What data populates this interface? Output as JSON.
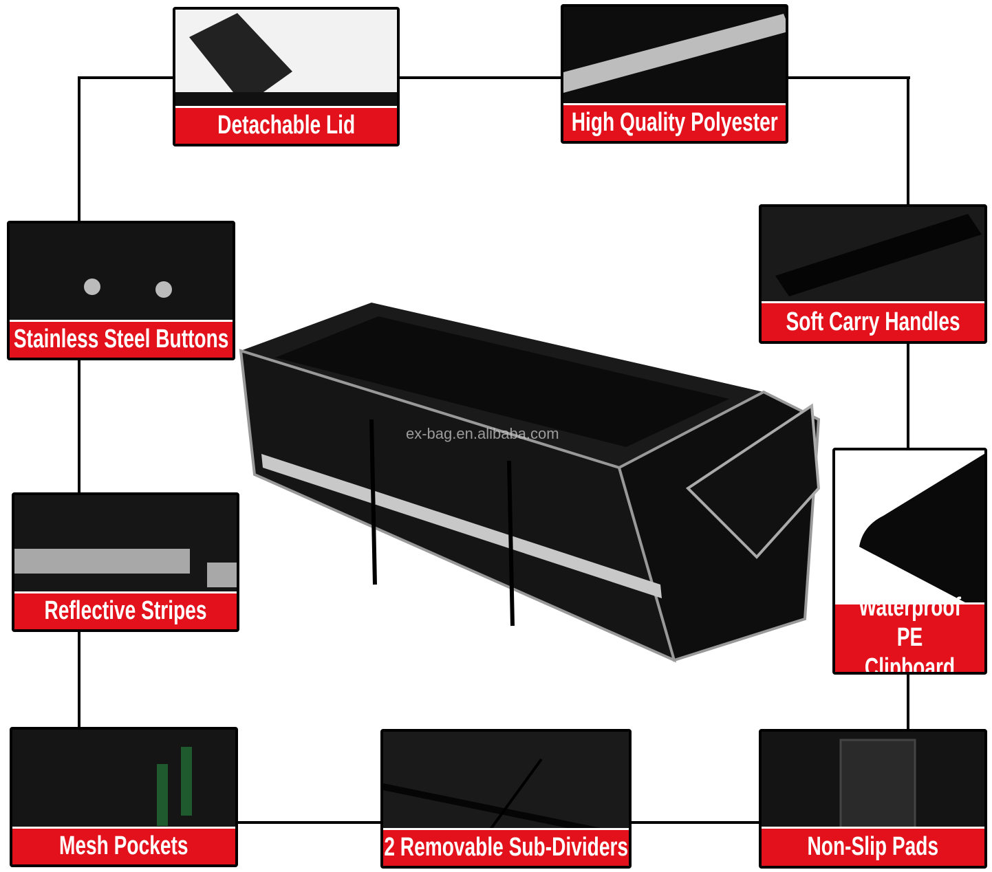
{
  "features": [
    {
      "label": "Detachable Lid"
    },
    {
      "label": "High Quality Polyester"
    },
    {
      "label": "Stainless Steel Buttons"
    },
    {
      "label": "Soft Carry Handles"
    },
    {
      "label": "Reflective Stripes"
    },
    {
      "label": "Waterproof PE Clipboard"
    },
    {
      "label": "Mesh Pockets"
    },
    {
      "label": "2 Removable Sub-Dividers"
    },
    {
      "label": "Non-Slip Pads"
    }
  ],
  "watermark": "ex-bag.en.alibaba.com",
  "colors": {
    "label_bg": "#e3111b",
    "border": "#000000",
    "product": "#111111",
    "reflective": "#c8c8c8"
  }
}
